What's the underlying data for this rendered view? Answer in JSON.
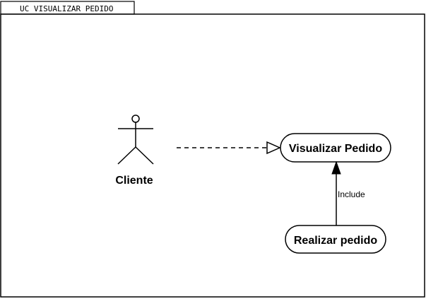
{
  "frame": {
    "title": "UC VISUALIZAR PEDIDO"
  },
  "actor": {
    "name": "Cliente"
  },
  "use_cases": {
    "view": "Visualizar Pedido",
    "place": "Realizar pedido"
  },
  "relationships": {
    "include_label": "Include"
  },
  "colors": {
    "stroke": "#000000",
    "background": "#ffffff"
  }
}
